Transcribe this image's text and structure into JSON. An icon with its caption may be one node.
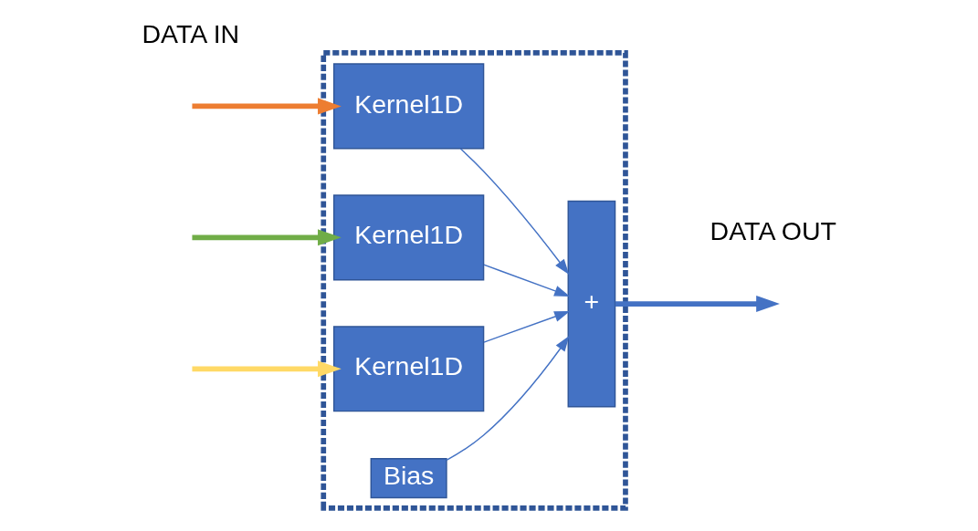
{
  "diagram": {
    "nodes": [
      {
        "text": [],
        "shape": "box"
      },
      {
        "text": [
          "Kernel1D"
        ],
        "in": 0
      },
      {
        "text": [
          "Kernel1D"
        ],
        "in": 0
      },
      {
        "text": [
          "Kernel1D"
        ],
        "in": 0
      },
      {
        "text": [
          "+"
        ],
        "in": 0
      },
      {
        "text": [
          "Bias"
        ],
        "in": 0
      }
    ],
    "edges": [
      {
        "from": null,
        "to": 1,
        "arrow": "to",
        "style": "thick",
        "color": "#ed7d31"
      },
      {
        "from": null,
        "to": 2,
        "arrow": "to",
        "style": "thick",
        "color": "#70ad47"
      },
      {
        "from": null,
        "to": 3,
        "arrow": "to",
        "style": "thick",
        "color": "#ffd966"
      },
      {
        "from": 1,
        "to": 4,
        "arrow": "to"
      },
      {
        "from": 2,
        "to": 4,
        "arrow": "to"
      },
      {
        "from": 3,
        "to": 4,
        "arrow": "to"
      },
      {
        "from": 5,
        "to": 4,
        "arrow": "to"
      },
      {
        "from": 4,
        "to": null,
        "arrow": "to",
        "style": "thick"
      }
    ],
    "labels": [
      "DATA IN",
      "DATA OUT"
    ]
  }
}
